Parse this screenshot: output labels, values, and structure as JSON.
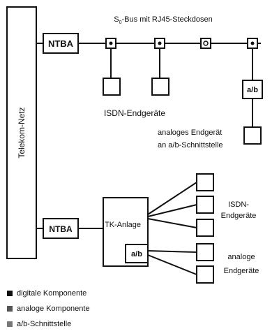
{
  "network": {
    "label": "Telekom-Netz"
  },
  "upper": {
    "ntba_label": "NTBA",
    "bus_title_pre": "S",
    "bus_title_sub": "0",
    "bus_title_post": "-Bus mit RJ45-Steckdosen",
    "ab_label": "a/b",
    "isdn_label": "ISDN-Endgeräte",
    "analog_line1": "analoges Endgerät",
    "analog_line2": "an a/b-Schnittstelle"
  },
  "lower": {
    "ntba_label": "NTBA",
    "tk_label": "TK-Anlage",
    "ab_label": "a/b",
    "isdn_line1": "ISDN-",
    "isdn_line2": "Endgeräte",
    "analog_line1": "analoge",
    "analog_line2": "Endgeräte"
  },
  "legend": {
    "digital": "digitale Komponente",
    "analog": "analoge Komponente",
    "ab": "a/b-Schnittstelle"
  }
}
